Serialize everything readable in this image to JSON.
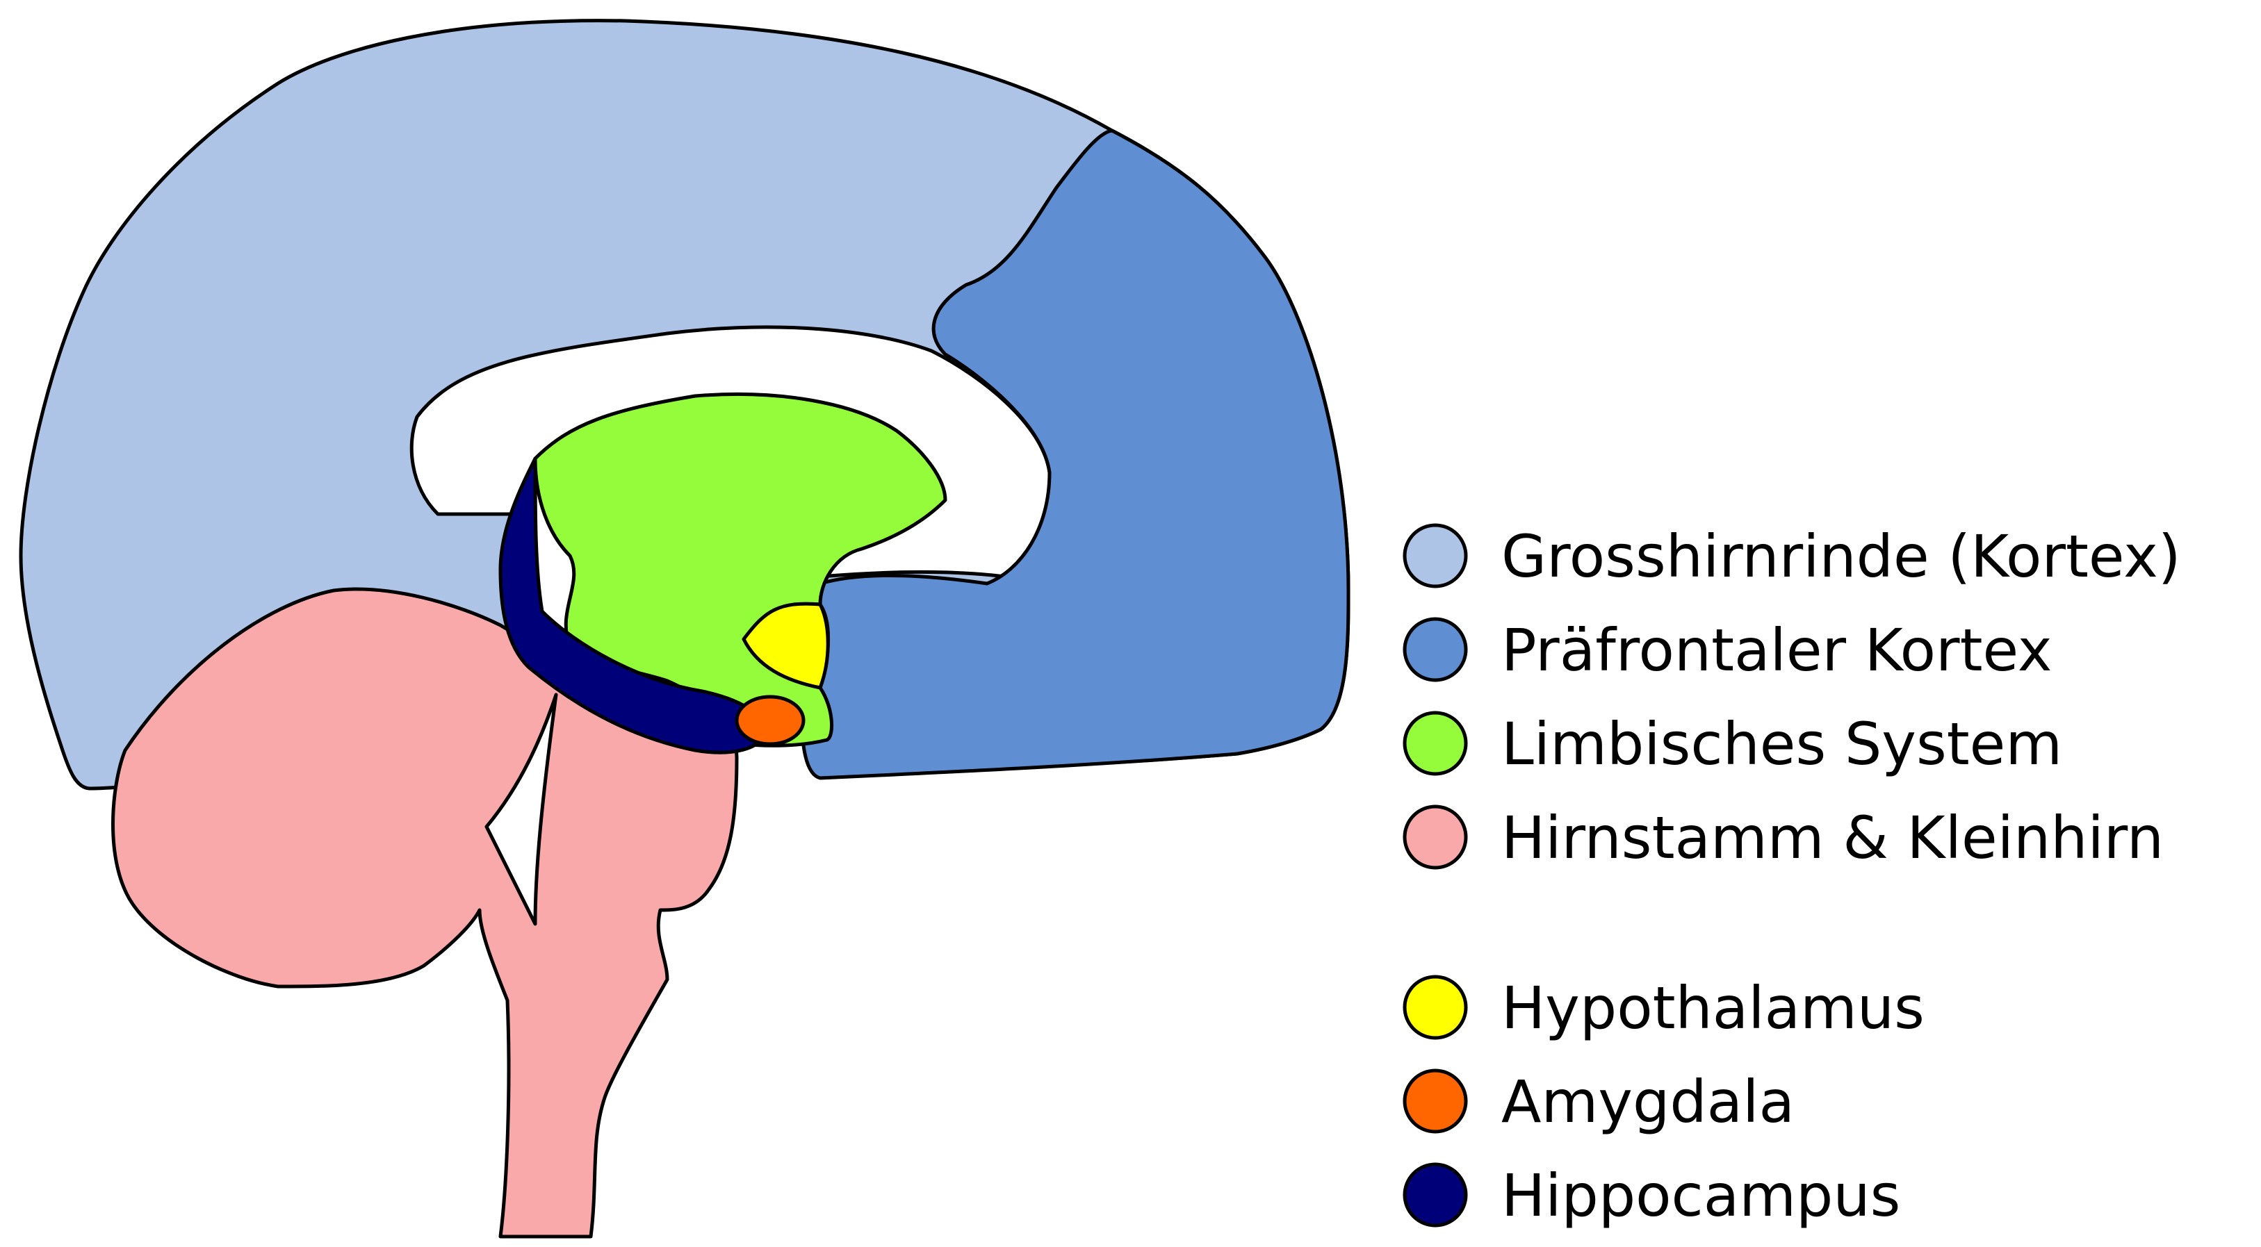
{
  "legend": {
    "items": [
      {
        "label": "Grosshirnrinde (Kortex)",
        "color": "#AEC4E6"
      },
      {
        "label": "Präfrontaler Kortex",
        "color": "#5F8ED2"
      },
      {
        "label": "Limbisches System",
        "color": "#94FC3A"
      },
      {
        "label": "Hirnstamm & Kleinhirn",
        "color": "#FAA9AB"
      },
      {
        "label": "Hypothalamus",
        "color": "#FFFF00"
      },
      {
        "label": "Amygdala",
        "color": "#FF6600"
      },
      {
        "label": "Hippocampus",
        "color": "#000078"
      }
    ]
  }
}
